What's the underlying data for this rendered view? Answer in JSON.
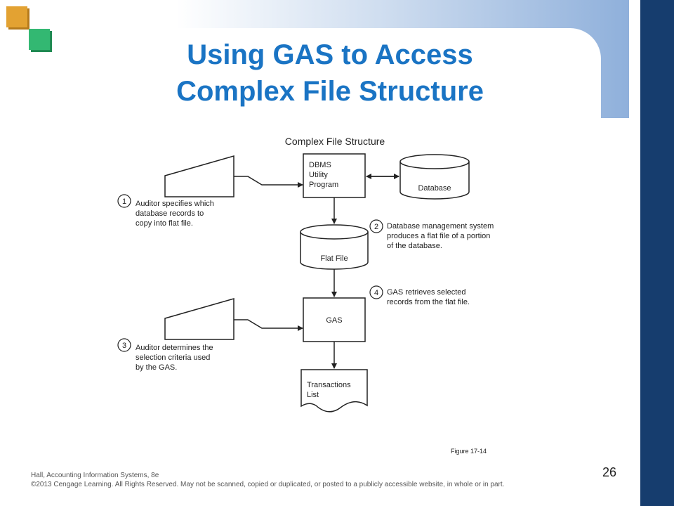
{
  "slide": {
    "title_line1": "Using GAS to Access",
    "title_line2": "Complex File Structure",
    "page_number": "26",
    "figure_caption": "Figure 17-14",
    "footer_line1": "Hall, Accounting Information Systems, 8e",
    "footer_line2": "©2013 Cengage Learning. All Rights Reserved. May not be scanned, copied or duplicated, or posted to a publicly accessible website, in whole or in part."
  },
  "diagram": {
    "heading": "Complex File Structure",
    "dbms_box": [
      "DBMS",
      "Utility",
      "Program"
    ],
    "database": "Database",
    "flat_file": "Flat File",
    "gas": "GAS",
    "transactions": [
      "Transactions",
      "List"
    ],
    "steps": [
      {
        "num": "1",
        "lines": [
          "Auditor specifies which",
          "database records to",
          "copy into flat file."
        ]
      },
      {
        "num": "2",
        "lines": [
          "Database management system",
          "produces a flat file of a portion",
          "of the database."
        ]
      },
      {
        "num": "3",
        "lines": [
          "Auditor determines the",
          "selection criteria used",
          "by the GAS."
        ]
      },
      {
        "num": "4",
        "lines": [
          "GAS retrieves selected",
          "records from the flat file."
        ]
      }
    ]
  },
  "colors": {
    "title": "#1a74c4",
    "sidebar": "#163d6e",
    "accent_orange": "#e3a232",
    "accent_green": "#33b872"
  }
}
